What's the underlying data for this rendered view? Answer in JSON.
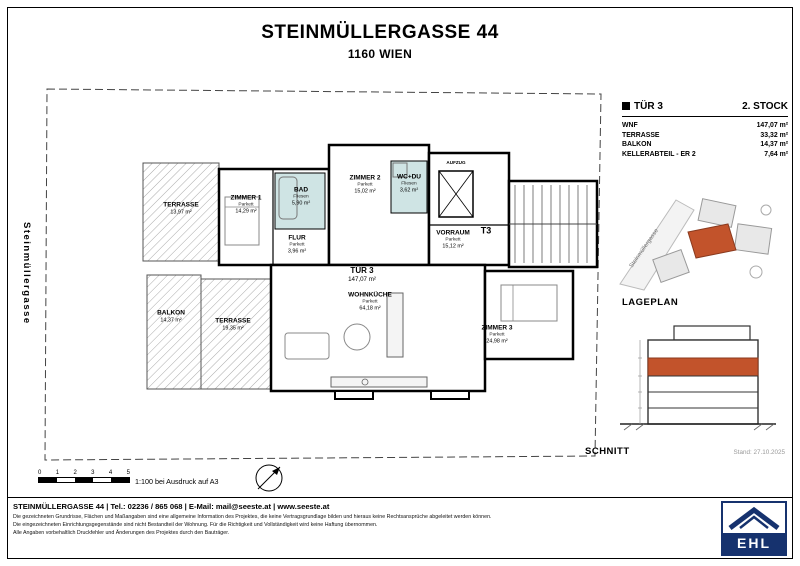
{
  "header": {
    "title": "STEINMÜLLERGASSE 44",
    "subtitle": "1160 WIEN"
  },
  "street_label": "Steinmüllergasse",
  "info_panel": {
    "unit": "TÜR 3",
    "floor": "2. STOCK",
    "rows": [
      {
        "label": "WNF",
        "value": "147,07 m²"
      },
      {
        "label": "TERRASSE",
        "value": "33,32 m²"
      },
      {
        "label": "BALKON",
        "value": "14,37 m²"
      },
      {
        "label": "KELLERABTEIL - ER 2",
        "value": "7,64 m²"
      }
    ]
  },
  "plan": {
    "rooms": [
      {
        "name": "TERRASSE",
        "area": "13,97 m²"
      },
      {
        "name": "ZIMMER 1",
        "sub": "Parkett",
        "area": "14,29 m²"
      },
      {
        "name": "BAD",
        "sub": "Fliesen",
        "area": "5,90 m²"
      },
      {
        "name": "ZIMMER 2",
        "sub": "Parkett",
        "area": "15,02 m²"
      },
      {
        "name": "WC+DU",
        "sub": "Fliesen",
        "area": "3,62 m²"
      },
      {
        "name": "AUFZUG"
      },
      {
        "name": "VORRAUM",
        "sub": "Parkett",
        "area": "15,12 m²"
      },
      {
        "name": "T3"
      },
      {
        "name": "FLUR",
        "sub": "Parkett",
        "area": "3,96 m²"
      },
      {
        "name": "TÜR 3",
        "area": "147,07 m²"
      },
      {
        "name": "WOHNKÜCHE",
        "sub": "Parkett",
        "area": "64,18 m²"
      },
      {
        "name": "ZIMMER 3",
        "sub": "Parkett",
        "area": "24,98 m²"
      },
      {
        "name": "BALKON",
        "area": "14,37 m²"
      },
      {
        "name": "TERRASSE",
        "area": "19,35 m²"
      }
    ]
  },
  "lageplan": {
    "caption": "LAGEPLAN",
    "street": "Steinmüllergasse",
    "highlight_color": "#c2532b"
  },
  "schnitt": {
    "caption": "SCHNITT",
    "stand": "Stand: 27.10.2025"
  },
  "scale_bar": {
    "ticks": [
      "0",
      "1",
      "2",
      "3",
      "4",
      "5"
    ],
    "note": "1:100 bei Ausdruck auf A3"
  },
  "footer": {
    "contact": "STEINMÜLLERGASSE 44 | Tel.: 02236 / 865 068 | E-Mail: mail@seeste.at | www.seeste.at",
    "disclaimers": [
      "Die gezeichneten Grundrisse, Flächen und Maßangaben sind eine allgemeine Information des Projektes, die keine Vertragsgrundlage bilden und hieraus keine Rechtsansprüche abgeleitet werden können.",
      "Die eingezeichneten Einrichtungsgegenstände sind nicht Bestandteil der Wohnung. Für die Richtigkeit und Vollständigkeit wird keine Haftung übernommen.",
      "Alle Angaben vorbehaltlich Druckfehler und Änderungen des Projektes durch den Bauträger."
    ]
  },
  "logo": {
    "text": "EHL",
    "color": "#16326e"
  }
}
